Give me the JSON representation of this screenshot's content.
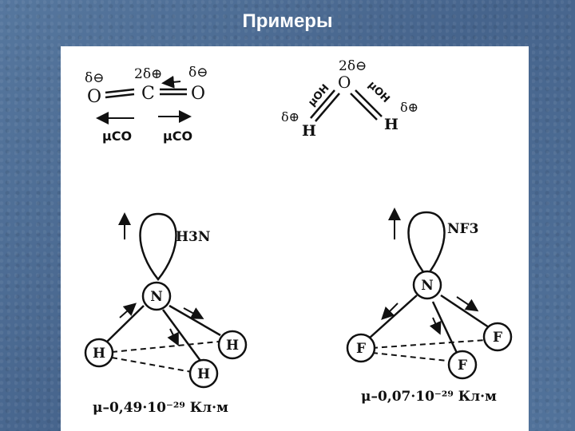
{
  "slide": {
    "title": "Примеры"
  },
  "co2": {
    "charge_left": "δ⊖",
    "charge_center": "2δ⊕",
    "charge_right": "δ⊖",
    "atom_left": "O",
    "atom_center": "C",
    "atom_right": "O",
    "moment_left": "μCO",
    "moment_right": "μCO"
  },
  "water": {
    "charge_o": "2δ⊖",
    "atom_o": "O",
    "bond_label_left": "μOH",
    "bond_label_right": "μOH",
    "charge_h_left": "δ⊕",
    "charge_h_right": "δ⊕",
    "atom_h_left": "H",
    "atom_h_right": "H"
  },
  "ammonia": {
    "formula": "H3N",
    "atom_n": "N",
    "atom_h1": "H",
    "atom_h2": "H",
    "atom_h3": "H",
    "dipole": "μ–0,49·10⁻²⁹ Кл·м"
  },
  "nf3": {
    "formula": "NF3",
    "atom_n": "N",
    "atom_f1": "F",
    "atom_f2": "F",
    "atom_f3": "F",
    "dipole": "μ–0,07·10⁻²⁹ Кл·м"
  },
  "colors": {
    "ink": "#111111",
    "panel": "#ffffff",
    "background": "#4a6a92"
  }
}
